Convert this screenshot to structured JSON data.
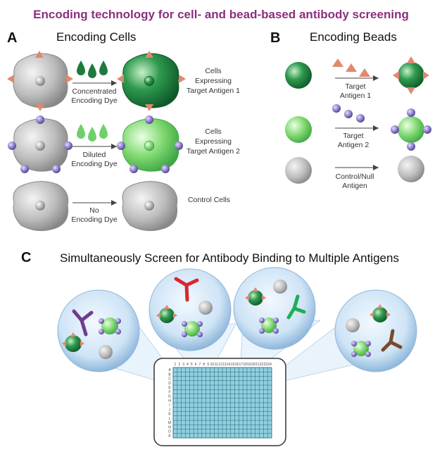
{
  "title": "Encoding technology for cell- and bead-based antibody screening",
  "panels": {
    "a": {
      "letter": "A",
      "heading": "Encoding Cells",
      "rows": [
        {
          "arrow_lines": [
            "Concentrated",
            "Encoding Dye"
          ],
          "result_lines": [
            "Cells",
            "Expressing",
            "Target Antigen 1"
          ]
        },
        {
          "arrow_lines": [
            "Diluted",
            "Encoding Dye"
          ],
          "result_lines": [
            "Cells",
            "Expressing",
            "Target Antigen 2"
          ]
        },
        {
          "arrow_lines": [
            "No",
            "Encoding Dye"
          ],
          "result_lines": [
            "Control Cells"
          ]
        }
      ]
    },
    "b": {
      "letter": "B",
      "heading": "Encoding Beads",
      "rows": [
        {
          "arrow_lines": [
            "Target",
            "Antigen 1"
          ]
        },
        {
          "arrow_lines": [
            "Target",
            "Antigen 2"
          ]
        },
        {
          "arrow_lines": [
            "Control/Null",
            "Antigen"
          ]
        }
      ]
    },
    "c": {
      "letter": "C",
      "heading": "Simultaneously Screen for Antibody Binding to Multiple Antigens"
    }
  },
  "plate": {
    "columns": [
      "1",
      "2",
      "3",
      "4",
      "5",
      "6",
      "7",
      "8",
      "9",
      "10",
      "11",
      "12",
      "13",
      "14",
      "15",
      "16",
      "17",
      "18",
      "19",
      "20",
      "21",
      "22",
      "23",
      "24"
    ],
    "rows": [
      "A",
      "B",
      "C",
      "D",
      "E",
      "F",
      "G",
      "H",
      "I",
      "J",
      "K",
      "L",
      "M",
      "N",
      "O",
      "P"
    ]
  },
  "colors": {
    "title": "#8b2f7f",
    "dark_green": "#1f7a3e",
    "light_green": "#6fd06a",
    "cell_gray": "#b8b8b8",
    "antigen1_triangle": "#e08870",
    "antigen2_sphere": "#8a7ac8",
    "antibody_purple": "#6e3d8f",
    "antibody_red": "#d8262f",
    "antibody_green": "#1fae56",
    "antibody_brown": "#7a4a2a",
    "well": "#8fd0e0"
  }
}
